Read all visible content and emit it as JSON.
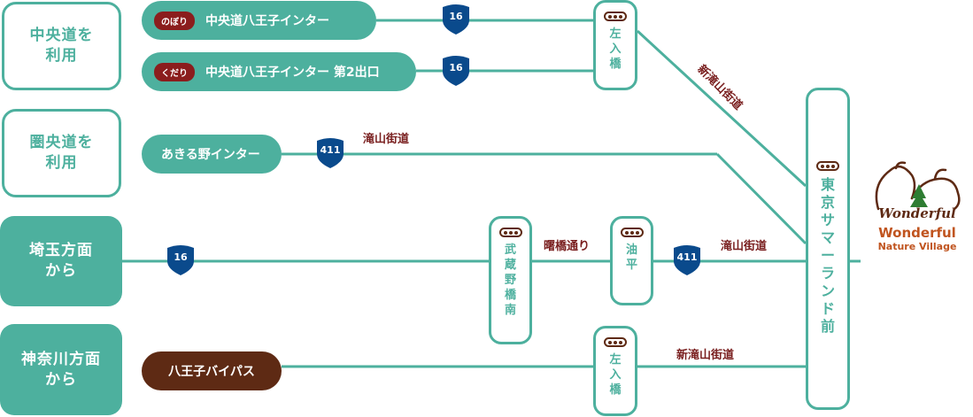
{
  "origins": [
    {
      "label": "中央道を\n利用"
    },
    {
      "label": "圏央道を\n利用"
    },
    {
      "label": "埼玉方面\nから"
    },
    {
      "label": "神奈川方面\nから"
    }
  ],
  "routes": {
    "chuo_up": {
      "badge": "のぼり",
      "label": "中央道八王子インター"
    },
    "chuo_down": {
      "badge": "くだり",
      "label": "中央道八王子インター 第2出口"
    },
    "akiru": {
      "label": "あきる野インター"
    },
    "hachioji_bypass": {
      "label": "八王子バイパス"
    }
  },
  "shields": {
    "s1": "16",
    "s2": "16",
    "s3": "411",
    "s4": "16",
    "s5": "411"
  },
  "intersections": {
    "sainyubashi_top": "左\n入\n橋",
    "musashino": "武\n蔵\n野\n橋\n南",
    "yudaira": "油\n平",
    "sainyubashi_bottom": "左\n入\n橋",
    "tokyo_summerland": "東\n京\nサ\nマ\nー\nラ\nン\nド\n前"
  },
  "roads": {
    "shintakiyama_diag": "新滝山街道",
    "takiyama_top": "滝山街道",
    "akebono": "曙橋通り",
    "takiyama_mid": "滝山街道",
    "shintakiyama_bottom": "新滝山街道"
  },
  "destination": {
    "logo_script": "Wonderful",
    "name_line1": "Wonderful",
    "name_line2": "Nature Village"
  },
  "colors": {
    "teal": "#4db09e",
    "brown": "#5e2a14",
    "maroon": "#7a2020",
    "shield_blue": "#0a4a8c",
    "orange": "#c0541f"
  }
}
